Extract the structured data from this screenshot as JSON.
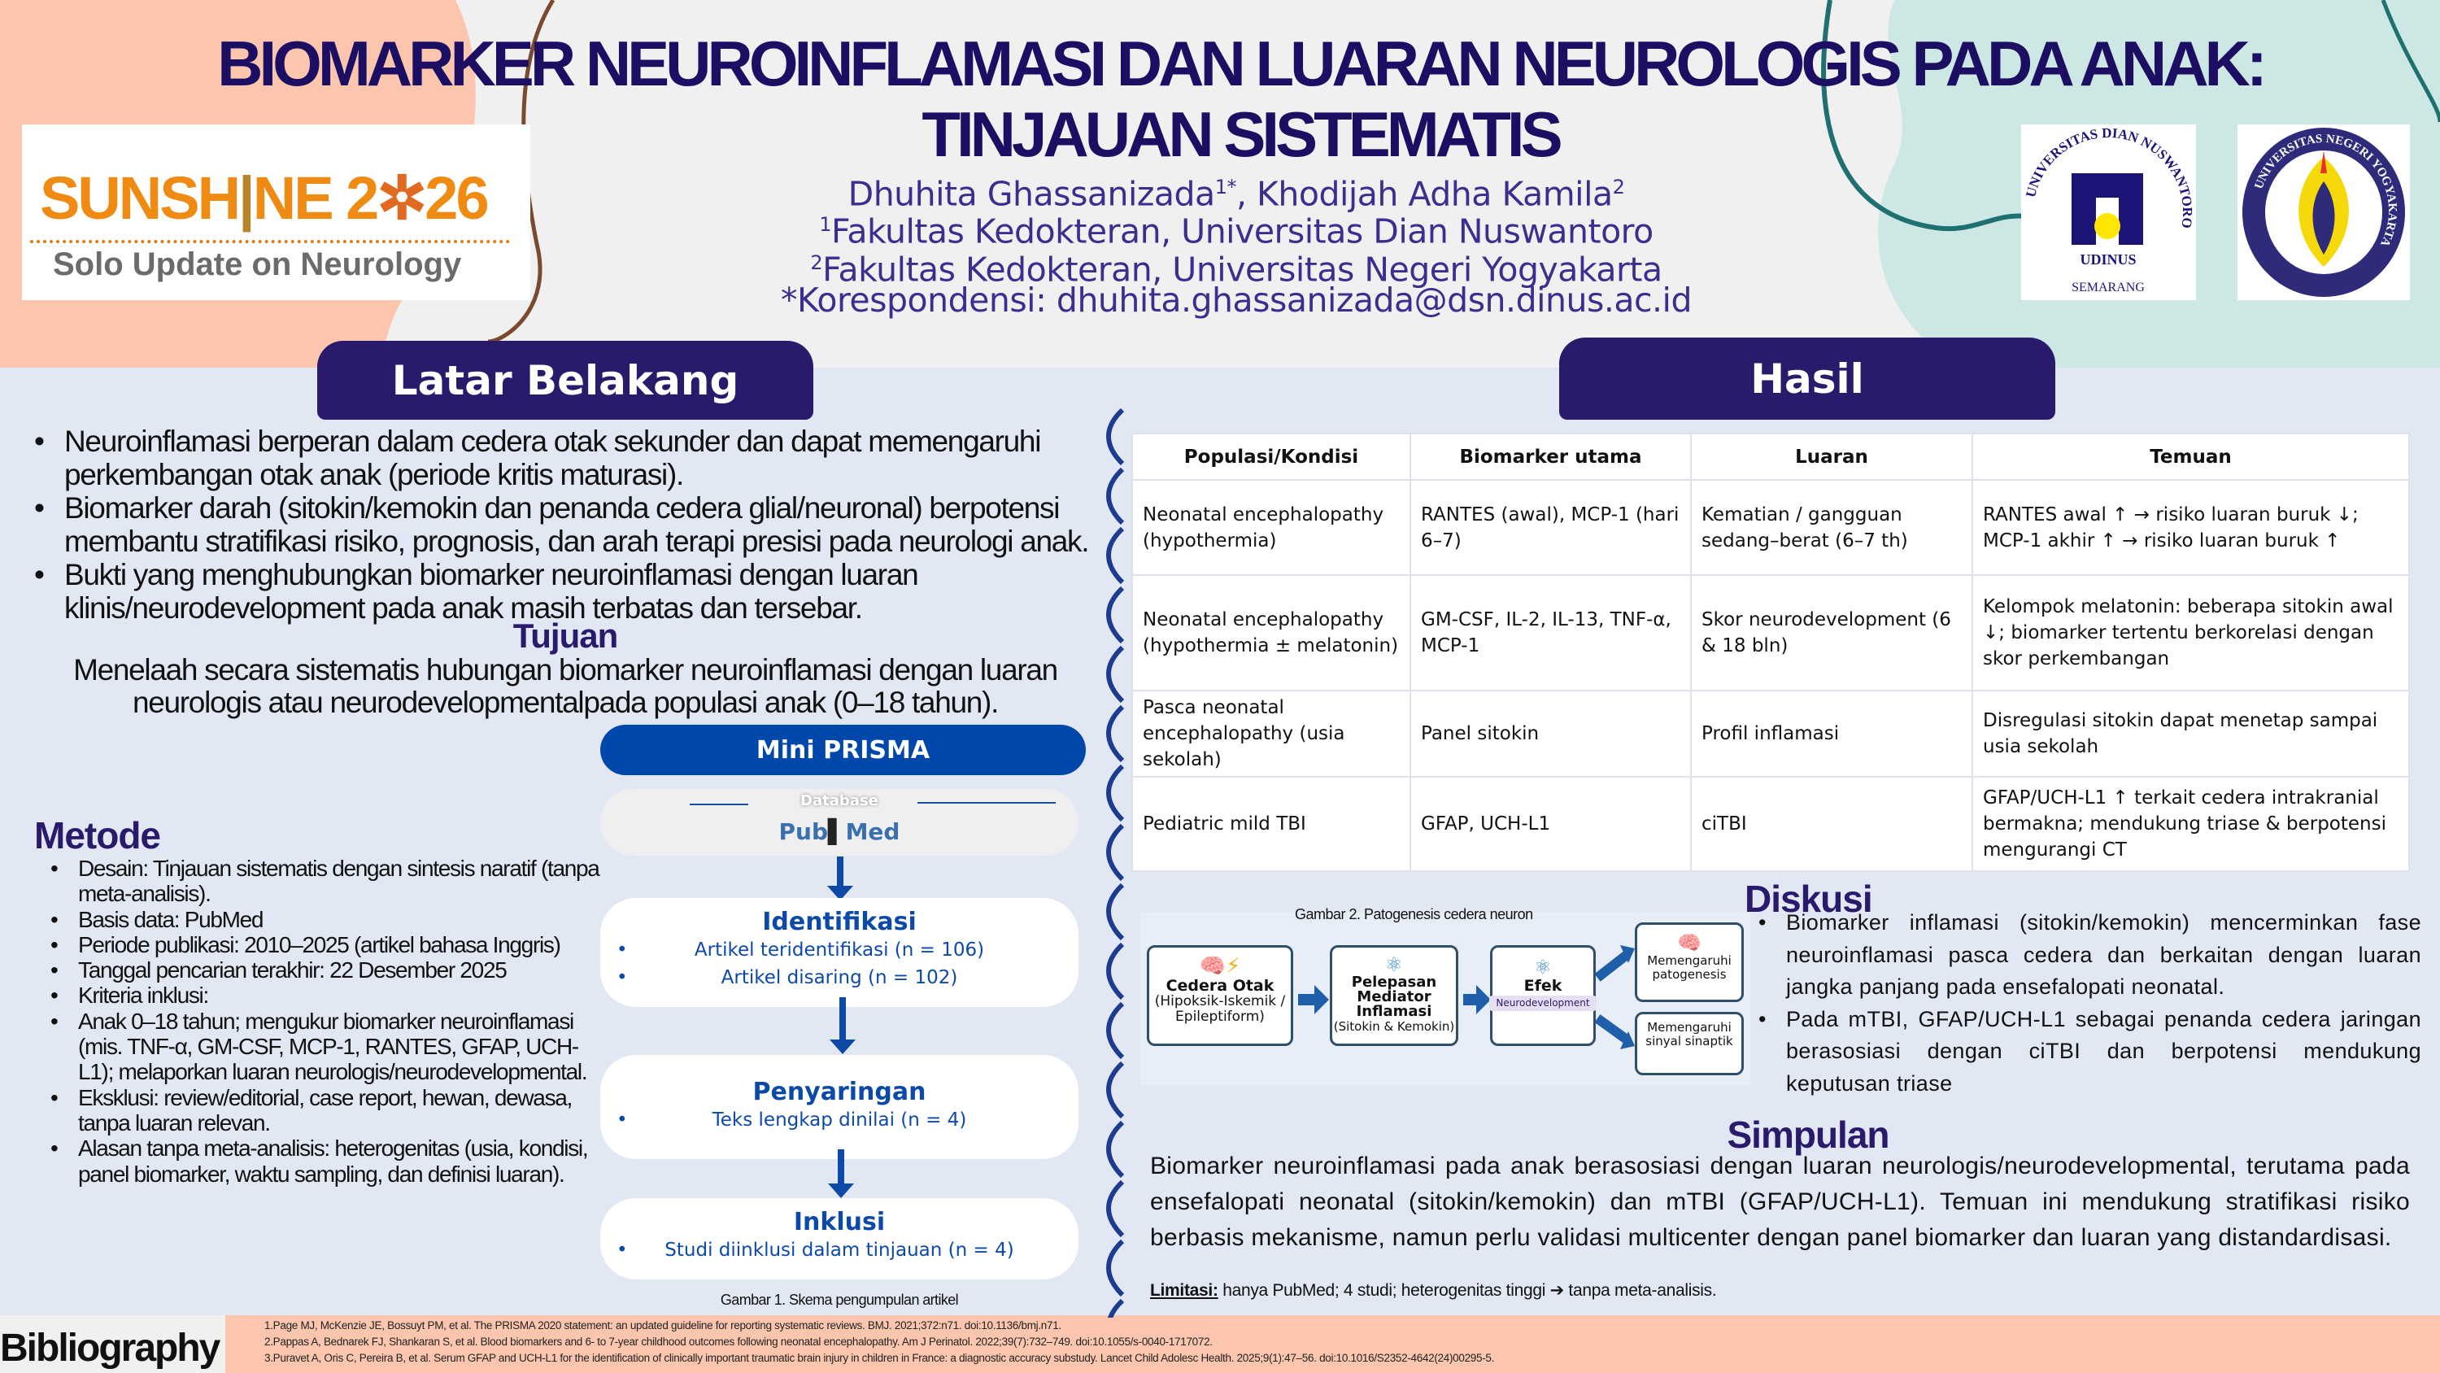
{
  "header": {
    "title_line1": "BIOMARKER NEUROINFLAMASI DAN LUARAN NEUROLOGIS PADA ANAK:",
    "title_line2": "TINJAUAN SISTEMATIS",
    "authors": {
      "a1": "Dhuhita Ghassanizada",
      "a1_sup": "1*",
      "sep": ", ",
      "a2": "Khodijah Adha Kamila",
      "a2_sup": "2"
    },
    "affiliation1": {
      "sup": "1",
      "text": "Fakultas Kedokteran, Universitas Dian Nuswantoro"
    },
    "affiliation2": {
      "sup": "2",
      "text": "Fakultas Kedokteran, Universitas Negeri Yogyakarta"
    },
    "correspondence": "*Korespondensi: dhuhita.ghassanizada@dsn.dinus.ac.id",
    "event_logo": {
      "word1": "SUNSH",
      "word2": "NE 2",
      "word3": "26",
      "tagline": "Solo Update on Neurology"
    },
    "udinus_logo": {
      "ring_text": "UNIVERSITAS DIAN NUSWANTORO",
      "name": "UDINUS",
      "city": "SEMARANG"
    },
    "uny_logo": {
      "ring_text": "UNIVERSITAS NEGERI YOGYAKARTA"
    }
  },
  "latar": {
    "heading": "Latar Belakang",
    "items": [
      "Neuroinflamasi berperan dalam cedera otak sekunder dan dapat memengaruhi perkembangan otak anak (periode kritis maturasi).",
      "Biomarker darah (sitokin/kemokin dan penanda cedera glial/neuronal) berpotensi membantu stratifikasi risiko, prognosis, dan arah terapi presisi pada neurologi anak.",
      "Bukti yang menghubungkan biomarker neuroinflamasi dengan luaran klinis/neurodevelopment pada anak masih terbatas dan tersebar."
    ]
  },
  "tujuan": {
    "heading": "Tujuan",
    "text": "Menelaah secara sistematis hubungan biomarker neuroinflamasi dengan luaran neurologis atau neurodevelopmentalpada populasi anak (0–18 tahun)."
  },
  "metode": {
    "heading": "Metode",
    "items": [
      "Desain: Tinjauan sistematis dengan sintesis naratif (tanpa meta-analisis).",
      "Basis data: PubMed",
      "Periode publikasi: 2010–2025 (artikel bahasa Inggris)",
      "Tanggal pencarian terakhir: 22 Desember 2025",
      "Kriteria inklusi:",
      "Anak 0–18 tahun; mengukur biomarker neuroinflamasi (mis. TNF-α, GM-CSF, MCP-1, RANTES, GFAP, UCH-L1); melaporkan luaran neurologis/neurodevelopmental.",
      "Eksklusi: review/editorial, case report, hewan, dewasa, tanpa luaran relevan.",
      "Alasan tanpa meta-analisis: heterogenitas (usia, kondisi, panel biomarker, waktu sampling, dan definisi luaran)."
    ]
  },
  "prisma": {
    "heading": "Mini PRISMA",
    "database_label": "Database",
    "database_logo": {
      "part1": "Pub",
      "part2": "Med"
    },
    "identifikasi": {
      "heading": "Identifikasi",
      "items": [
        "Artikel teridentifikasi (n = 106)",
        "Artikel disaring (n = 102)"
      ]
    },
    "penyaringan": {
      "heading": "Penyaringan",
      "items": [
        "Teks lengkap dinilai (n = 4)"
      ]
    },
    "inklusi": {
      "heading": "Inklusi",
      "items": [
        "Studi diinklusi dalam tinjauan (n = 4)"
      ]
    },
    "caption": "Gambar 1. Skema pengumpulan artikel"
  },
  "hasil": {
    "heading": "Hasil",
    "table": {
      "columns": [
        "Populasi/Kondisi",
        "Biomarker utama",
        "Luaran",
        "Temuan"
      ],
      "rows": [
        [
          "Neonatal encephalopathy (hypothermia)",
          "RANTES (awal), MCP-1 (hari 6–7)",
          "Kematian / gangguan sedang–berat (6–7 th)",
          "RANTES awal ↑ → risiko luaran buruk ↓; MCP-1 akhir ↑ → risiko luaran buruk ↑"
        ],
        [
          "Neonatal encephalopathy (hypothermia ± melatonin)",
          "GM-CSF, IL-2, IL-13, TNF-α, MCP-1",
          "Skor neurodevelopment (6 & 18 bln)",
          "Kelompok melatonin: beberapa sitokin awal ↓; biomarker tertentu berkorelasi dengan skor perkembangan"
        ],
        [
          "Pasca neonatal encephalopathy (usia sekolah)",
          "Panel sitokin",
          "Profil inflamasi",
          "Disregulasi sitokin dapat menetap sampai usia sekolah"
        ],
        [
          "Pediatric mild TBI",
          "GFAP, UCH-L1",
          "ciTBI",
          "GFAP/UCH-L1 ↑ terkait cedera intrakranial bermakna; mendukung triase & berpotensi mengurangi CT"
        ]
      ]
    },
    "figure2": {
      "caption": "Gambar 2. Patogenesis cedera neuron",
      "box1": {
        "title": "Cedera Otak",
        "sub": "(Hipoksik-Iskemik / Epileptiform)"
      },
      "box2": {
        "title": "Pelepasan Mediator Inflamasi",
        "sub": "(Sitokin & Kemokin)"
      },
      "box3": {
        "title": "Efek",
        "tag": "Neurodevelopment"
      },
      "box4": "Memengaruhi patogenesis",
      "box5": "Memengaruhi sinyal sinaptik"
    }
  },
  "diskusi": {
    "heading": "Diskusi",
    "items": [
      "Biomarker inflamasi (sitokin/kemokin) mencerminkan fase neuroinflamasi pasca cedera dan berkaitan dengan luaran jangka panjang pada ensefalopati neonatal.",
      "Pada mTBI, GFAP/UCH-L1 sebagai penanda cedera jaringan berasosiasi dengan ciTBI dan berpotensi mendukung keputusan triase"
    ]
  },
  "simpulan": {
    "heading": "Simpulan",
    "text": "Biomarker neuroinflamasi pada anak berasosiasi dengan luaran neurologis/neurodevelopmental, terutama pada ensefalopati neonatal (sitokin/kemokin) dan mTBI (GFAP/UCH-L1). Temuan ini mendukung stratifikasi risiko berbasis mekanisme, namun perlu validasi multicenter dengan panel biomarker dan luaran yang distandardisasi.",
    "limitation_label": "Limitasi:",
    "limitation_text": " hanya PubMed; 4 studi; heterogenitas tinggi ➔ tanpa meta-analisis."
  },
  "bibliography": {
    "heading": "Bibliography",
    "refs": [
      "1.Page MJ, McKenzie JE, Bossuyt PM, et al. The PRISMA 2020 statement: an updated guideline for reporting systematic reviews. BMJ. 2021;372:n71. doi:10.1136/bmj.n71.",
      "2.Pappas A, Bednarek FJ, Shankaran S, et al. Blood biomarkers and 6- to 7-year childhood outcomes following neonatal encephalopathy. Am J Perinatol. 2022;39(7):732–749. doi:10.1055/s-0040-1717072.",
      "3.Puravet A, Oris C, Pereira B, et al. Serum GFAP and UCH-L1 for the identification of clinically important traumatic brain injury in children in France: a diagnostic accuracy substudy. Lancet Child Adolesc Health. 2025;9(1):47–56. doi:10.1016/S2352-4642(24)00295-5."
    ]
  },
  "colors": {
    "navy": "#2a1a6c",
    "prisma_blue": "#0d4aa8",
    "panel_bg": "#e1e7f3",
    "peach": "#fcc6ae",
    "teal": "#cde8e4",
    "scallop": "#1d3b8f"
  }
}
